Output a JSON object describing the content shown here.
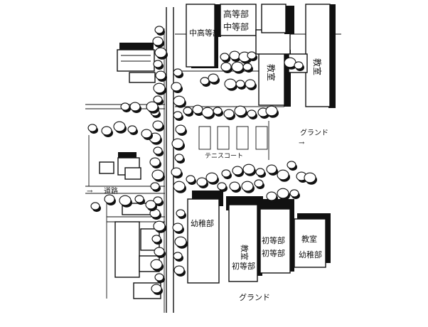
{
  "labels": {
    "middle_school_left": "中高等部",
    "high_school": "高等部",
    "middle_school": "中等部",
    "classroom_top_1": "教室",
    "classroom_top_2": "教室",
    "tennis_court": "テニスコート",
    "ground_right": "グランド",
    "ground_bottom": "グランド",
    "road": "道路",
    "kindergarten": "幼稚部",
    "classroom_mid": "教室",
    "elementary_1": "初等部",
    "elementary_2": "初等部",
    "elementary_3": "初等部",
    "classroom_right": "教室",
    "kindergarten_right": "幼稚部"
  },
  "symbols": {
    "arrow_right": "→",
    "arrow_left": "→"
  }
}
